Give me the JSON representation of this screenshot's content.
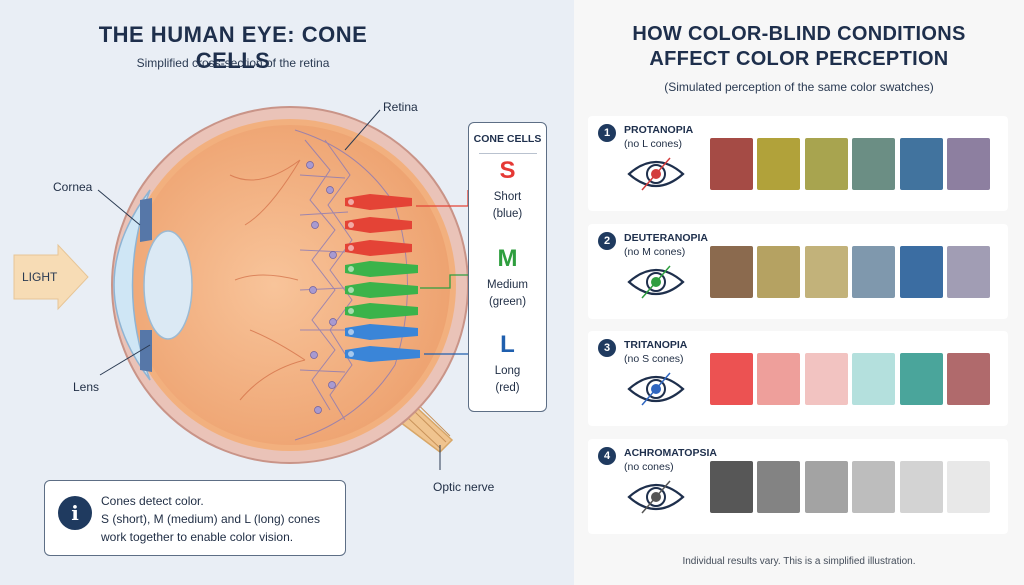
{
  "left": {
    "title": "THE HUMAN EYE: CONE CELLS",
    "subtitle": "Simplified cross-section of the retina",
    "labels": {
      "retina": "Retina",
      "cornea": "Cornea",
      "light": "LIGHT",
      "lens": "Lens",
      "optic_nerve": "Optic nerve"
    },
    "cone_panel": {
      "header": "CONE CELLS",
      "cones": [
        {
          "letter": "S",
          "line1": "Short",
          "line2": "(blue)",
          "color": "#e53935"
        },
        {
          "letter": "M",
          "line1": "Medium",
          "line2": "(green)",
          "color": "#2e9e3e"
        },
        {
          "letter": "L",
          "line1": "Long",
          "line2": "(red)",
          "color": "#1f5fae"
        }
      ]
    },
    "info": {
      "icon": "i",
      "line1": "Cones detect color.",
      "line2": "S (short), M (medium) and L (long) cones",
      "line3": "work together to enable color vision."
    }
  },
  "right": {
    "title_line1": "HOW COLOR-BLIND CONDITIONS",
    "title_line2": "AFFECT COLOR PERCEPTION",
    "subtitle": "(Simulated perception of the same color swatches)",
    "conditions": [
      {
        "number": "1",
        "name": "PROTANOPIA",
        "note": "(no L cones)",
        "pupil": "#d33c3c",
        "swatches": [
          "#a54b45",
          "#b1a23a",
          "#a8a44f",
          "#6b8e84",
          "#41739e",
          "#8d7fa0"
        ]
      },
      {
        "number": "2",
        "name": "DEUTERANOPIA",
        "note": "(no M cones)",
        "pupil": "#2e9e3e",
        "swatches": [
          "#8b6a4e",
          "#b5a262",
          "#c2b27a",
          "#7f98ad",
          "#3b6da2",
          "#a19db4"
        ]
      },
      {
        "number": "3",
        "name": "TRITANOPIA",
        "note": "(no S cones)",
        "pupil": "#2f66c0",
        "swatches": [
          "#ec5252",
          "#ee9f9b",
          "#f2c3c1",
          "#b4e0dd",
          "#4aa59b",
          "#b06a6c"
        ]
      },
      {
        "number": "4",
        "name": "ACHROMATOPSIA",
        "note": "(no cones)",
        "pupil": "#555555",
        "swatches": [
          "#575757",
          "#838383",
          "#a3a3a3",
          "#bdbdbd",
          "#d3d3d3",
          "#e8e8e8"
        ]
      }
    ],
    "footnote": "Individual results vary. This is a simplified illustration."
  }
}
